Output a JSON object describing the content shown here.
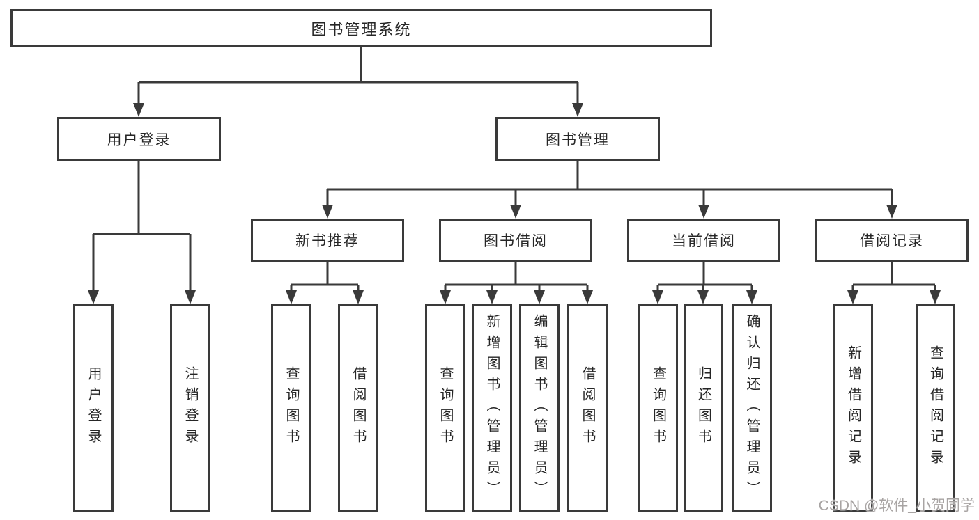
{
  "diagram": {
    "root": {
      "label": "图书管理系统",
      "children": [
        {
          "label": "用户登录",
          "children": [
            {
              "label": "用户登录"
            },
            {
              "label": "注销登录"
            }
          ]
        },
        {
          "label": "图书管理",
          "children": [
            {
              "label": "新书推荐",
              "children": [
                {
                  "label": "查询图书"
                },
                {
                  "label": "借阅图书"
                }
              ]
            },
            {
              "label": "图书借阅",
              "children": [
                {
                  "label": "查询图书"
                },
                {
                  "label": "新增图书（管理员）"
                },
                {
                  "label": "编辑图书（管理员）"
                },
                {
                  "label": "借阅图书"
                }
              ]
            },
            {
              "label": "当前借阅",
              "children": [
                {
                  "label": "查询图书"
                },
                {
                  "label": "归还图书"
                },
                {
                  "label": "确认归还（管理员）"
                }
              ]
            },
            {
              "label": "借阅记录",
              "children": [
                {
                  "label": "新增借阅记录"
                },
                {
                  "label": "查询借阅记录"
                }
              ]
            }
          ]
        }
      ]
    }
  },
  "watermark": {
    "text": "CSDN @软件_小贺同学"
  },
  "colors": {
    "line": "#3a3a3a",
    "text": "#262626",
    "watermark": "#a8a4a3",
    "background": "#ffffff"
  }
}
